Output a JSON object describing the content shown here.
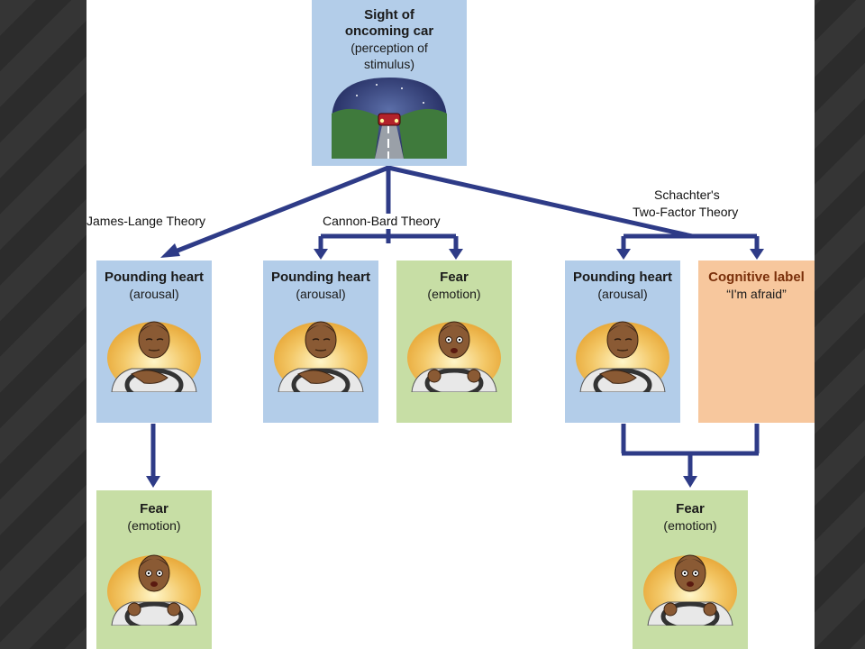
{
  "stimulus": {
    "title": "Sight of oncoming car",
    "subtitle": "(perception of stimulus)"
  },
  "theories": {
    "james_lange": "James-Lange Theory",
    "cannon_bard": "Cannon-Bard Theory",
    "schachter_line1": "Schachter's",
    "schachter_line2": "Two-Factor Theory"
  },
  "boxes": {
    "arousal_title": "Pounding heart",
    "arousal_sub": "(arousal)",
    "fear_title": "Fear",
    "fear_sub": "(emotion)",
    "cognitive_title": "Cognitive label",
    "cognitive_sub": "“I'm afraid”"
  },
  "colors": {
    "arrow": "#2e3b87",
    "arousal_box": "#b3cde9",
    "emotion_box": "#c7dea5",
    "cognitive_box": "#f7c79d"
  }
}
